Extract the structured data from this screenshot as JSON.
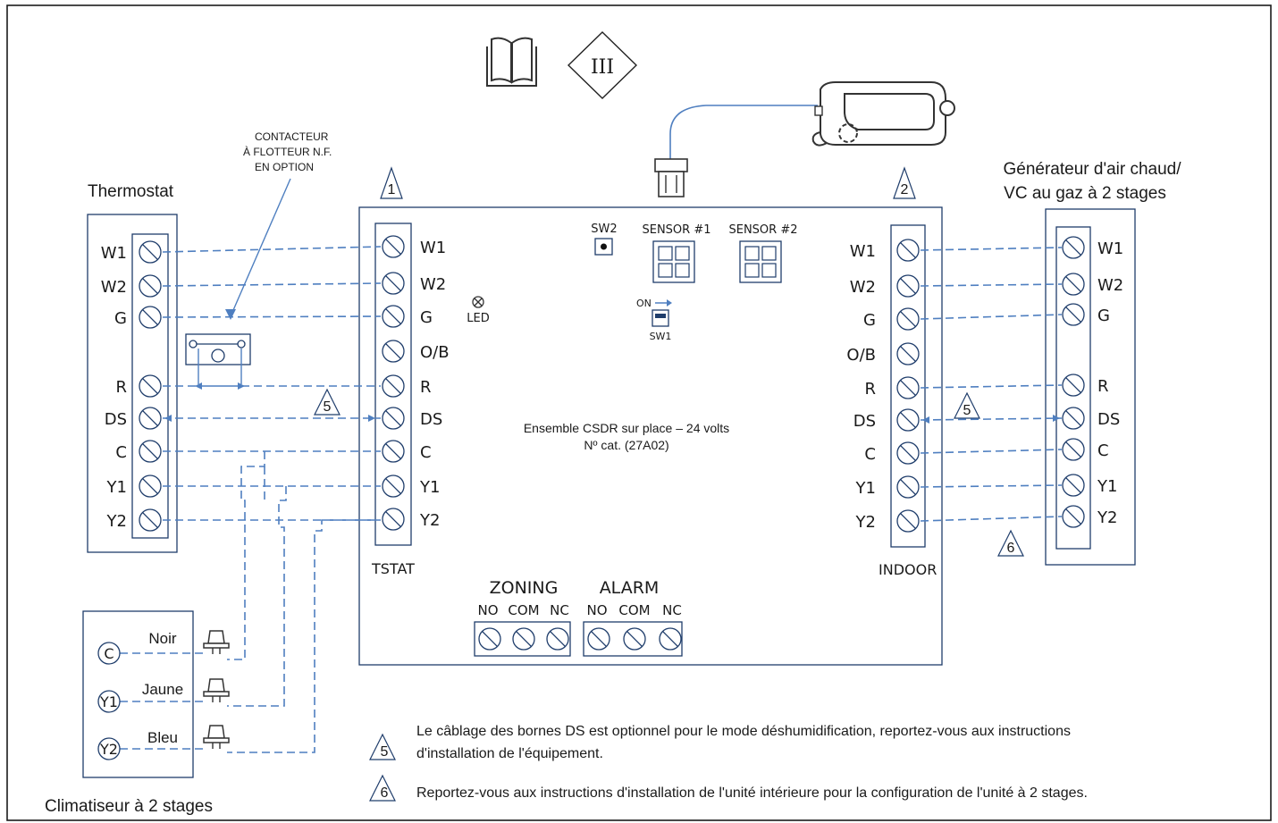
{
  "thermostat": {
    "title": "Thermostat",
    "terminals": [
      "W1",
      "W2",
      "G",
      "R",
      "DS",
      "C",
      "Y1",
      "Y2"
    ]
  },
  "float_switch": {
    "line1": "CONTACTEUR",
    "line2": "À FLOTTEUR N.F.",
    "line3": "EN OPTION"
  },
  "tstat_block": {
    "marker": "1",
    "label": "TSTAT",
    "terminals": [
      "W1",
      "W2",
      "G",
      "O/B",
      "R",
      "DS",
      "C",
      "Y1",
      "Y2"
    ]
  },
  "board": {
    "led": "LED",
    "sw2": "SW2",
    "sw1": "SW1",
    "on": "ON",
    "sensor1": "SENSOR #1",
    "sensor2": "SENSOR #2",
    "desc_line1": "Ensemble CSDR sur place – 24 volts",
    "desc_line2": "Nº cat. (27A02)",
    "zoning": "ZONING",
    "alarm": "ALARM",
    "zoning_pins": [
      "NO",
      "COM",
      "NC"
    ],
    "alarm_pins": [
      "NO",
      "COM",
      "NC"
    ]
  },
  "indoor_block": {
    "marker": "2",
    "label": "INDOOR",
    "terminals": [
      "W1",
      "W2",
      "G",
      "O/B",
      "R",
      "DS",
      "C",
      "Y1",
      "Y2"
    ]
  },
  "furnace": {
    "title_line1": "Générateur d'air chaud/",
    "title_line2": "VC au gaz à 2 stages",
    "terminals": [
      "W1",
      "W2",
      "G",
      "R",
      "DS",
      "C",
      "Y1",
      "Y2"
    ]
  },
  "markers": {
    "ds_left": "5",
    "ds_right": "5",
    "six": "6"
  },
  "header": {
    "roman": "III"
  },
  "ac_unit": {
    "title": "Climatiseur à 2 stages",
    "terminals": [
      "C",
      "Y1",
      "Y2"
    ],
    "wire_colors": [
      "Noir",
      "Jaune",
      "Bleu"
    ]
  },
  "notes": {
    "n5_marker": "5",
    "n5_line1": "Le câblage des bornes DS est optionnel pour le mode déshumidification, reportez-vous aux instructions",
    "n5_line2": "d'installation de l'équipement.",
    "n6_marker": "6",
    "n6_line1": "Reportez-vous aux instructions d'installation de l'unité intérieure pour la configuration de l'unité à 2 stages."
  }
}
